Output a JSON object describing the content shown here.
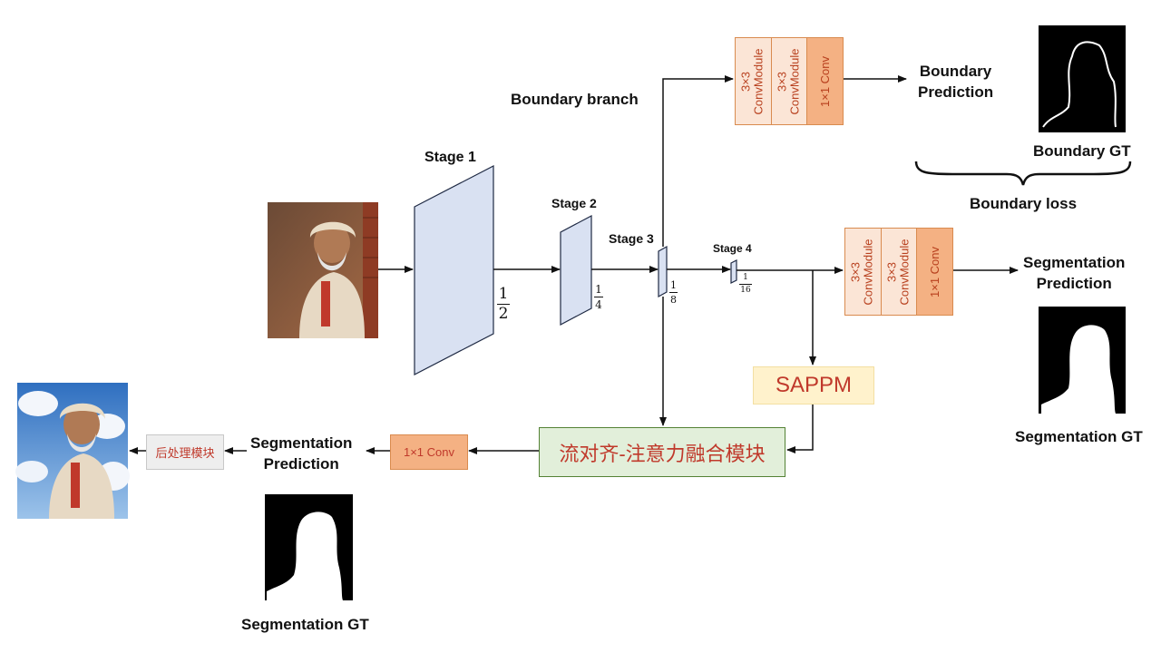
{
  "stages": {
    "stage1": "Stage 1",
    "stage2": "Stage 2",
    "stage3": "Stage 3",
    "stage4": "Stage 4"
  },
  "scales": {
    "half": {
      "num": "1",
      "den": "2"
    },
    "quarter": {
      "num": "1",
      "den": "4"
    },
    "eighth": {
      "num": "1",
      "den": "8"
    },
    "sixteenth": {
      "num": "1",
      "den": "16"
    }
  },
  "boundary": {
    "branch_label": "Boundary branch",
    "conv1": [
      "3×3",
      "ConvModule"
    ],
    "conv2": [
      "3×3",
      "ConvModule"
    ],
    "conv3": "1×1  Conv",
    "prediction": [
      "Boundary",
      "Prediction"
    ],
    "gt_label": "Boundary GT",
    "loss_label": "Boundary loss"
  },
  "segmentation_head": {
    "conv1": [
      "3×3",
      "ConvModule"
    ],
    "conv2": [
      "3×3",
      "ConvModule"
    ],
    "conv3": "1×1  Conv",
    "prediction": [
      "Segmentation",
      "Prediction"
    ],
    "gt_label": "Segmentation GT"
  },
  "sappm": "SAPPM",
  "fusion_module": "流对齐-注意力融合模块",
  "final_conv": "1×1  Conv",
  "final_prediction": [
    "Segmentation",
    "Prediction"
  ],
  "final_gt_label": "Segmentation GT",
  "postprocess": "后处理模块",
  "colors": {
    "stage_fill": "#d9e1f2",
    "stage_stroke": "#1f2a44",
    "conv_module_fill": "#fbe5d6",
    "conv_1x1_fill": "#f4b183",
    "sappm_fill": "#fff2cc",
    "fusion_fill": "#e2efda",
    "fusion_stroke": "#548235",
    "postprocess_fill": "#eeeeee",
    "text_red": "#c0392b"
  },
  "icons": {
    "input_photo": "photo-icon",
    "output_photo": "photo-icon",
    "masks": "mask-icon"
  }
}
